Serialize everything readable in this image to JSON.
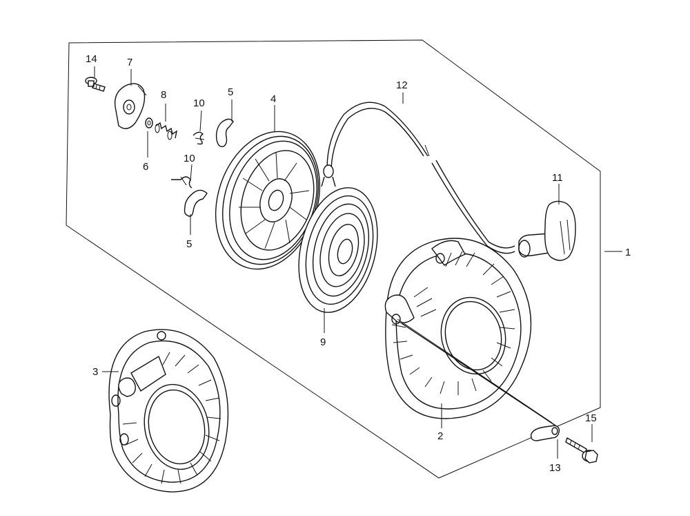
{
  "callouts": [
    {
      "id": "c14",
      "label": "14"
    },
    {
      "id": "c7",
      "label": "7"
    },
    {
      "id": "c8",
      "label": "8"
    },
    {
      "id": "c6",
      "label": "6"
    },
    {
      "id": "c10a",
      "label": "10"
    },
    {
      "id": "c5a",
      "label": "5"
    },
    {
      "id": "c4",
      "label": "4"
    },
    {
      "id": "c12",
      "label": "12"
    },
    {
      "id": "c10b",
      "label": "10"
    },
    {
      "id": "c5b",
      "label": "5"
    },
    {
      "id": "c11",
      "label": "11"
    },
    {
      "id": "c1",
      "label": "1"
    },
    {
      "id": "c9",
      "label": "9"
    },
    {
      "id": "c3",
      "label": "3"
    },
    {
      "id": "c2",
      "label": "2"
    },
    {
      "id": "c15",
      "label": "15"
    },
    {
      "id": "c13",
      "label": "13"
    }
  ]
}
